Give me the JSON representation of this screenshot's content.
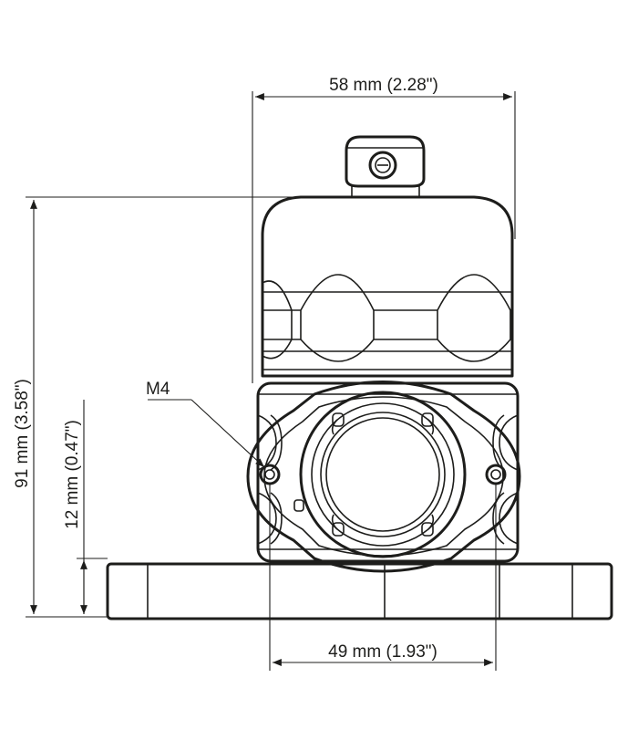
{
  "diagram": {
    "colors": {
      "line": "#1d1d1b",
      "background": "#ffffff"
    },
    "dimensions": {
      "top_width": "58 mm (2.28\")",
      "bottom_width": "49 mm (1.93\")",
      "total_height": "91 mm (3.58\")",
      "base_height": "12 mm (0.47\")",
      "thread_callout": "M4"
    }
  }
}
